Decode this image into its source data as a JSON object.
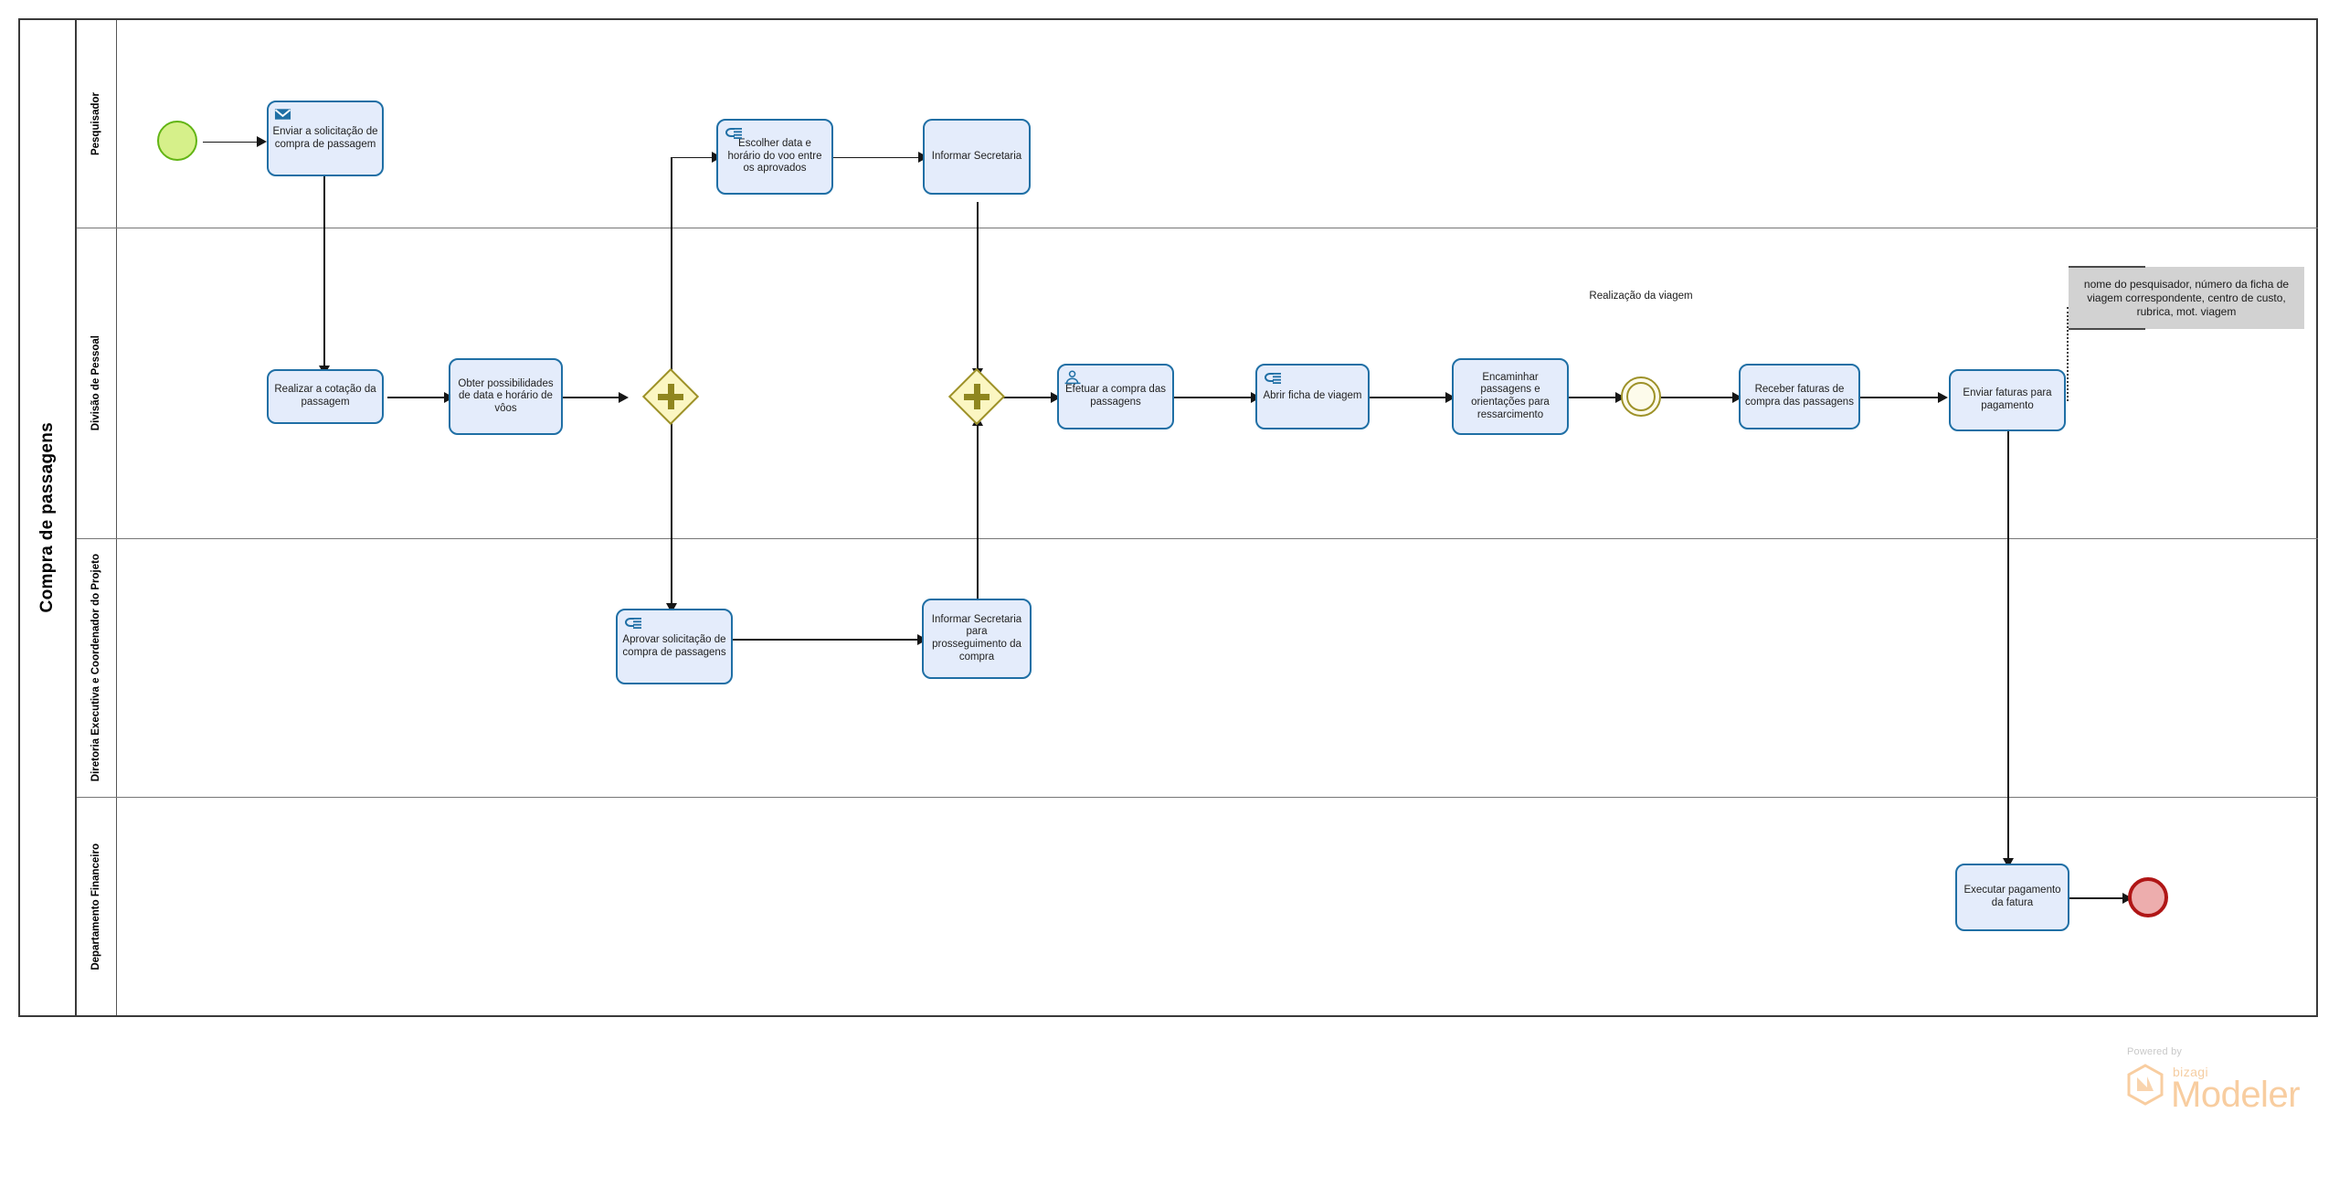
{
  "pool": {
    "name": "Compra de passagens"
  },
  "lanes": [
    {
      "id": "pesquisador",
      "label": "Pesquisador"
    },
    {
      "id": "divisao",
      "label": "Divisão de Pessoal"
    },
    {
      "id": "diretoria",
      "label": "Diretoria Executiva e Coordenador do Projeto"
    },
    {
      "id": "financeiro",
      "label": "Departamento Financeiro"
    }
  ],
  "events": {
    "start": {
      "name": "start-event",
      "label": ""
    },
    "intermediate": {
      "name": "intermediate-event",
      "label": "Realização da viagem"
    },
    "end": {
      "name": "end-event",
      "label": ""
    }
  },
  "tasks": [
    {
      "id": "t1",
      "label": "Enviar a solicitação de compra de passagem",
      "icon": "envelope-icon",
      "lane": "pesquisador"
    },
    {
      "id": "t2",
      "label": "Escolher data e horário do voo entre os aprovados",
      "icon": "manual-hand-icon",
      "lane": "pesquisador"
    },
    {
      "id": "t3",
      "label": "Informar Secretaria",
      "icon": "none",
      "lane": "pesquisador"
    },
    {
      "id": "t4",
      "label": "Realizar a cotação da passagem",
      "icon": "none",
      "lane": "divisao"
    },
    {
      "id": "t5",
      "label": "Obter possibilidades de data e horário de vôos",
      "icon": "none",
      "lane": "divisao"
    },
    {
      "id": "t6",
      "label": "Efetuar a compra das passagens",
      "icon": "user-icon",
      "lane": "divisao"
    },
    {
      "id": "t7",
      "label": "Abrir ficha de viagem",
      "icon": "manual-hand-icon",
      "lane": "divisao"
    },
    {
      "id": "t8",
      "label": "Encaminhar passagens e orientações para ressarcimento",
      "icon": "none",
      "lane": "divisao"
    },
    {
      "id": "t9",
      "label": "Receber faturas de compra das passagens",
      "icon": "none",
      "lane": "divisao"
    },
    {
      "id": "t10",
      "label": "Enviar faturas para pagamento",
      "icon": "none",
      "lane": "divisao"
    },
    {
      "id": "t11",
      "label": "Aprovar solicitação de compra de passagens",
      "icon": "manual-hand-icon",
      "lane": "diretoria"
    },
    {
      "id": "t12",
      "label": "Informar Secretaria para prosseguimento da compra",
      "icon": "none",
      "lane": "diretoria"
    },
    {
      "id": "t13",
      "label": "Executar pagamento da fatura",
      "icon": "none",
      "lane": "financeiro"
    }
  ],
  "gateways": [
    {
      "id": "g1",
      "type": "parallel",
      "label": ""
    },
    {
      "id": "g2",
      "type": "parallel",
      "label": ""
    }
  ],
  "annotation": {
    "text": "nome do pesquisador, número da ficha de viagem correspondente, centro de custo, rubrica, mot. viagem"
  },
  "branding": {
    "powered_by": "Powered by",
    "bizagi": "bizagi",
    "modeler": "Modeler"
  },
  "colors": {
    "task_fill": "#e4ecfb",
    "task_stroke": "#1f6fa5",
    "gateway_fill": "#fbf6c2",
    "gateway_stroke": "#9d9128",
    "start_fill": "#d6f08a",
    "start_stroke": "#62b414",
    "end_fill": "#edadad",
    "end_stroke": "#b01616",
    "annotation_fill": "#d2d2d2",
    "flow_stroke": "#161616"
  }
}
